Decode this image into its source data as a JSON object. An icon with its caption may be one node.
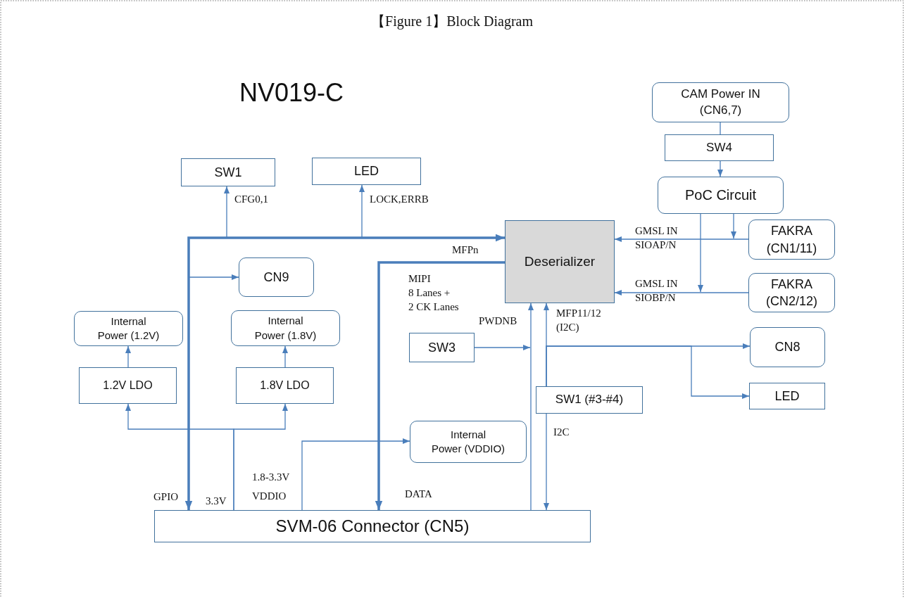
{
  "diagram": {
    "title": "【Figure 1】Block Diagram",
    "nodes": [
      {
        "text": [
          "CAM Power IN (CN6,7)"
        ]
      },
      {
        "text": [
          "SW4"
        ]
      },
      {
        "text": [
          "PoC Circuit"
        ]
      },
      {
        "text": [
          "SW1"
        ]
      },
      {
        "text": [
          "LED"
        ]
      },
      {
        "text": [
          "Deserializer"
        ]
      },
      {
        "text": [
          "FAKRA (CN1/11)"
        ]
      },
      {
        "text": [
          "FAKRA (CN2/12)"
        ]
      },
      {
        "text": [
          "CN9"
        ]
      },
      {
        "text": [
          "Internal Power (1.2V)"
        ]
      },
      {
        "text": [
          "Internal Power (1.8V)"
        ]
      },
      {
        "text": [
          "SW3"
        ]
      },
      {
        "text": [
          "CN8"
        ]
      },
      {
        "text": [
          "1.2V LDO"
        ]
      },
      {
        "text": [
          "1.8V LDO"
        ]
      },
      {
        "text": [
          "SW1 (#3-#4)"
        ]
      },
      {
        "text": [
          "LED"
        ]
      },
      {
        "text": [
          "Internal Power (VDDIO)"
        ]
      },
      {
        "text": [
          "SVM-06 Connector (CN5)"
        ]
      }
    ],
    "edges": [
      {
        "from": 0,
        "to": 1,
        "arrow": "none"
      },
      {
        "from": 1,
        "to": 2,
        "arrow": "to"
      },
      {
        "from": 2,
        "to": 6,
        "arrow": "to"
      },
      {
        "from": 2,
        "to": null,
        "arrow": "to"
      },
      {
        "from": 6,
        "to": 5,
        "arrow": "to",
        "label": "GMSL IN SIOAP/N"
      },
      {
        "from": 7,
        "to": 5,
        "arrow": "to",
        "label": "GMSL IN SIOBP/N"
      },
      {
        "from": 18,
        "to": 5,
        "arrow": "both",
        "style": "thick",
        "label": "MFPn"
      },
      {
        "from": 5,
        "to": 3,
        "arrow": "to",
        "label": "CFG0,1"
      },
      {
        "from": 5,
        "to": 4,
        "arrow": "to",
        "label": "LOCK,ERRB"
      },
      {
        "from": 5,
        "to": 8,
        "arrow": "to"
      },
      {
        "from": 5,
        "to": 18,
        "arrow": "to",
        "style": "thick",
        "label": "MIPI 8 Lanes + 2 CK Lanes"
      },
      {
        "from": 18,
        "to": 13,
        "arrow": "to"
      },
      {
        "from": 18,
        "to": 14,
        "arrow": "to"
      },
      {
        "from": 13,
        "to": 9,
        "arrow": "to"
      },
      {
        "from": 14,
        "to": 10,
        "arrow": "to"
      },
      {
        "from": 18,
        "to": 17,
        "arrow": "to",
        "label": "1.8-3.3V VDDIO"
      },
      {
        "from": 18,
        "to": 5,
        "arrow": "to",
        "label": "PWDNB"
      },
      {
        "from": 11,
        "to": null,
        "arrow": "to"
      },
      {
        "from": 15,
        "to": 5,
        "arrow": "to",
        "label": "MFP11/12 (I2C)"
      },
      {
        "from": 15,
        "to": 18,
        "arrow": "to",
        "label": "I2C"
      },
      {
        "from": 15,
        "to": 12,
        "arrow": "to"
      },
      {
        "from": 15,
        "to": 16,
        "arrow": "to"
      }
    ],
    "labels": [
      "NV019-C",
      "GPIO",
      "3.3V",
      "DATA"
    ]
  }
}
